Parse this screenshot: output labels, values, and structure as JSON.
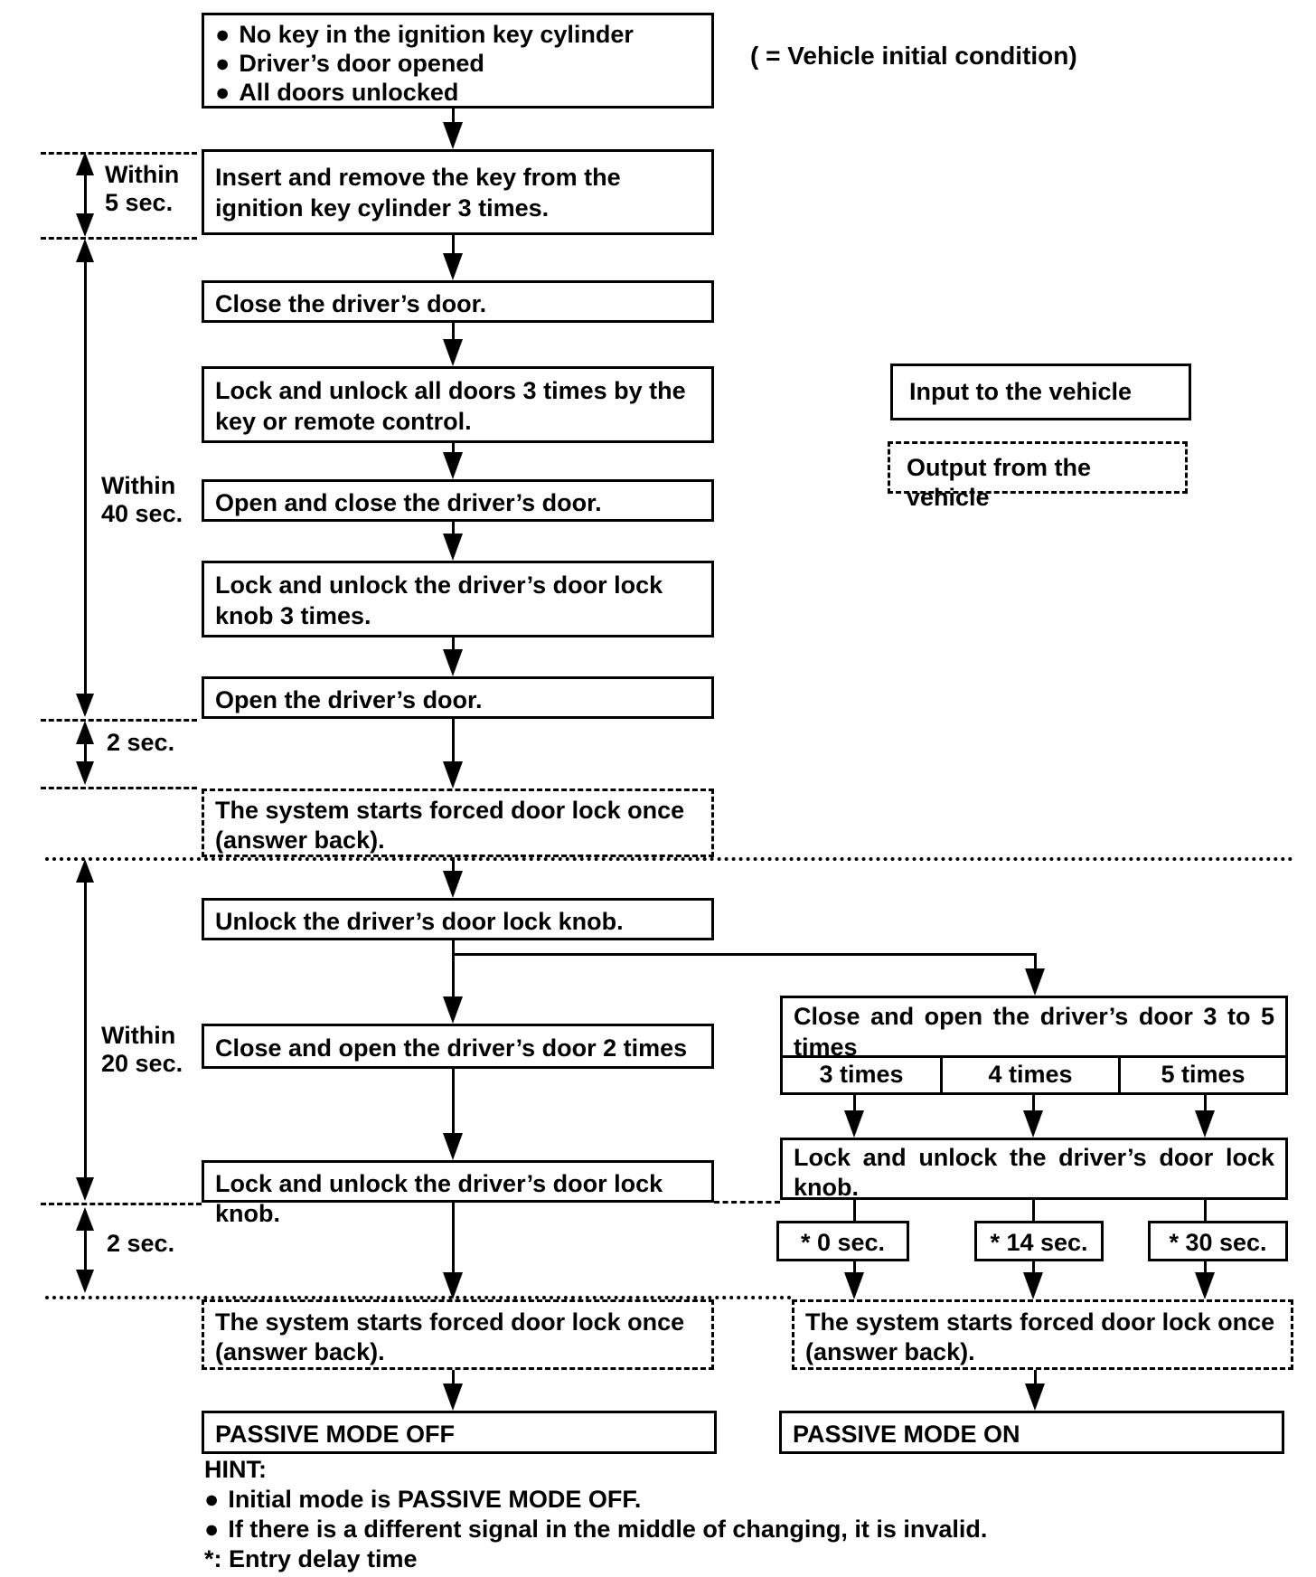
{
  "colors": {
    "ink": "#000000",
    "paper": "#ffffff"
  },
  "bullet": "●",
  "note_vehicle_initial_condition": "( = Vehicle initial condition)",
  "legend": {
    "input": "Input to the vehicle",
    "output": "Output from the vehicle"
  },
  "timings": {
    "within_5": "Within\n5 sec.",
    "within_40": "Within\n40 sec.",
    "two_sec_1": "2 sec.",
    "within_20": "Within\n20 sec.",
    "two_sec_2": "2 sec."
  },
  "answer_back": "The system starts forced door lock once (answer back).",
  "flow": {
    "start_items": [
      "No key in the ignition key cylinder",
      "Driver’s door opened",
      "All doors unlocked"
    ],
    "insert_remove_key": "Insert and remove the key from the ignition key cylinder 3 times.",
    "close_door": "Close the driver’s door.",
    "lock_unlock_all": "Lock and unlock all doors 3 times by the key or remote control.",
    "open_close_door": "Open and close the driver’s door.",
    "lock_unlock_knob3": "Lock and unlock the driver’s door lock knob 3 times.",
    "open_door": "Open the driver’s door.",
    "unlock_knob": "Unlock the driver’s door lock knob.",
    "close_open_2": "Close and open the driver’s door 2 times",
    "lock_unlock_knob": "Lock and unlock the driver’s door lock knob.",
    "passive_off": "PASSIVE MODE OFF",
    "right": {
      "close_open_3to5": "Close and open the driver’s door 3 to 5 times",
      "times": [
        "3 times",
        "4 times",
        "5 times"
      ],
      "lock_unlock_knob": "Lock and unlock the driver’s door lock knob.",
      "delays": [
        "* 0 sec.",
        "* 14 sec.",
        "* 30 sec."
      ],
      "passive_on": "PASSIVE MODE ON"
    }
  },
  "hint": {
    "title": "HINT:",
    "items": [
      "Initial mode is PASSIVE MODE OFF.",
      "If there is a different signal in the middle of changing, it is invalid."
    ],
    "footnote": "*: Entry delay time"
  }
}
